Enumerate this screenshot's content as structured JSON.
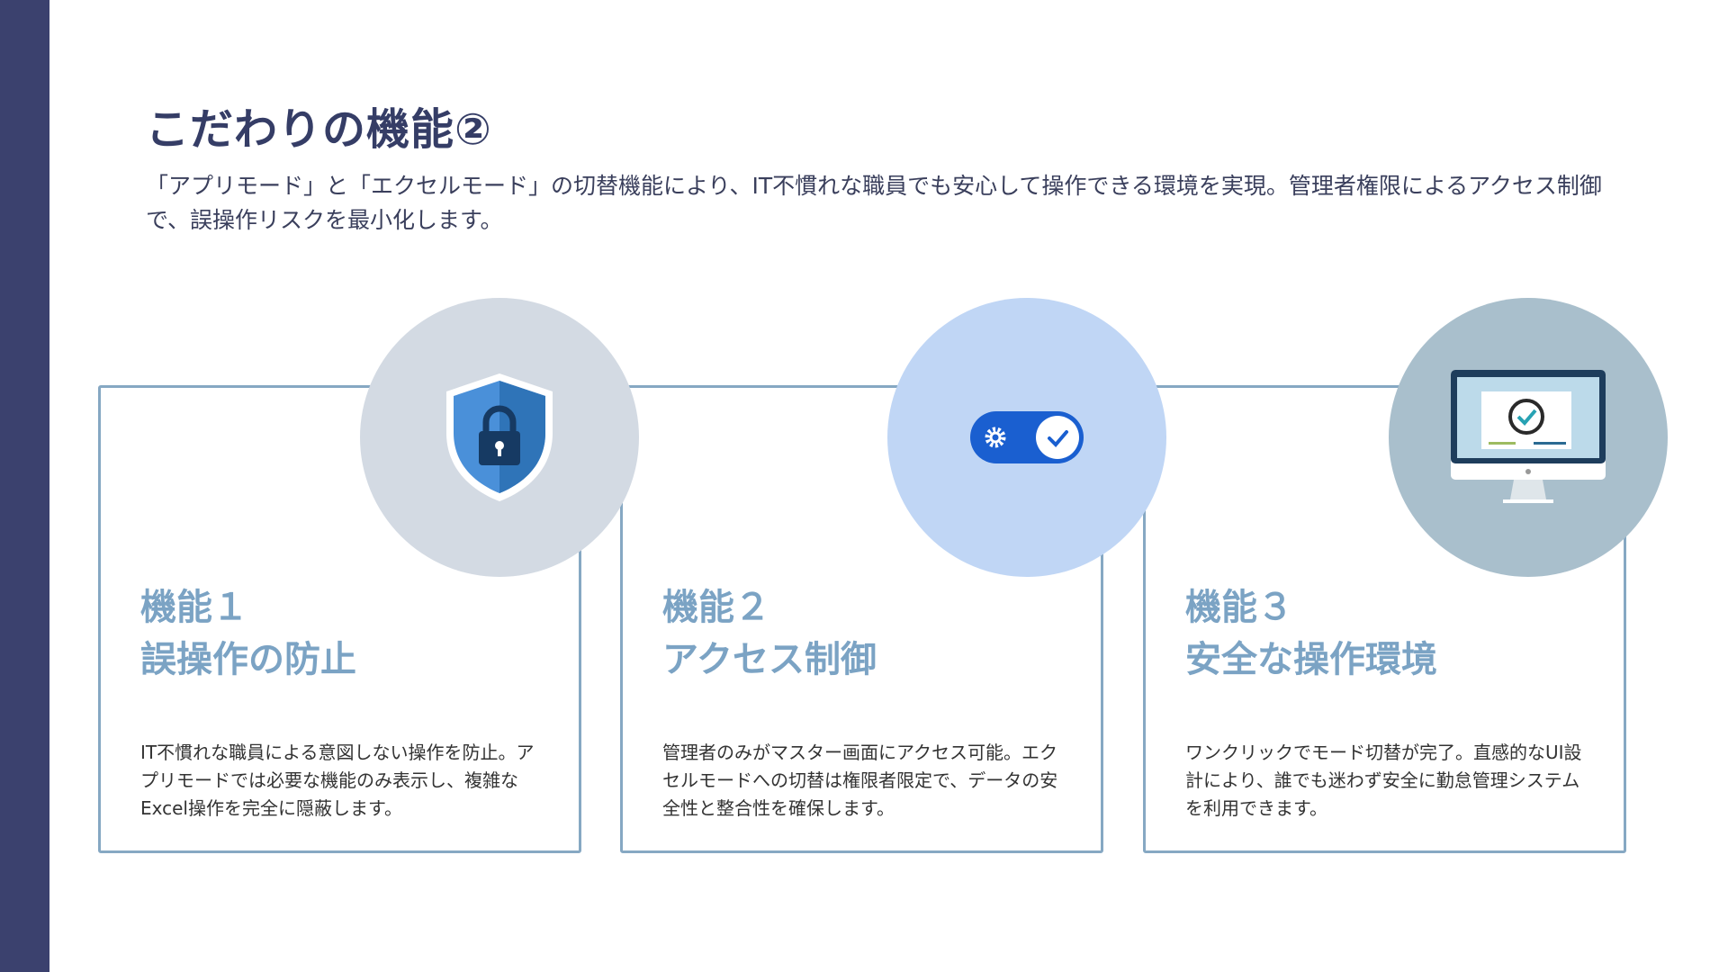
{
  "header": {
    "title": "こだわりの機能②",
    "intro": "「アプリモード」と「エクセルモード」の切替機能により、IT不慣れな職員でも安心して操作できる環境を実現。管理者権限によるアクセス制御で、誤操作リスクを最小化します。"
  },
  "features": [
    {
      "number": "機能１",
      "name": "誤操作の防止",
      "description": "IT不慣れな職員による意図しない操作を防止。アプリモードでは必要な機能のみ表示し、複雑なExcel操作を完全に隠蔽します。",
      "icon": "shield-lock-icon",
      "circle_color": "#d3dae3"
    },
    {
      "number": "機能２",
      "name": "アクセス制御",
      "description": "管理者のみがマスター画面にアクセス可能。エクセルモードへの切替は権限者限定で、データの安全性と整合性を確保します。",
      "icon": "toggle-switch-icon",
      "circle_color": "#c0d6f5"
    },
    {
      "number": "機能３",
      "name": "安全な操作環境",
      "description": "ワンクリックでモード切替が完了。直感的なUI設計により、誰でも迷わず安全に勤怠管理システムを利用できます。",
      "icon": "monitor-check-icon",
      "circle_color": "#a9bfcc"
    }
  ]
}
